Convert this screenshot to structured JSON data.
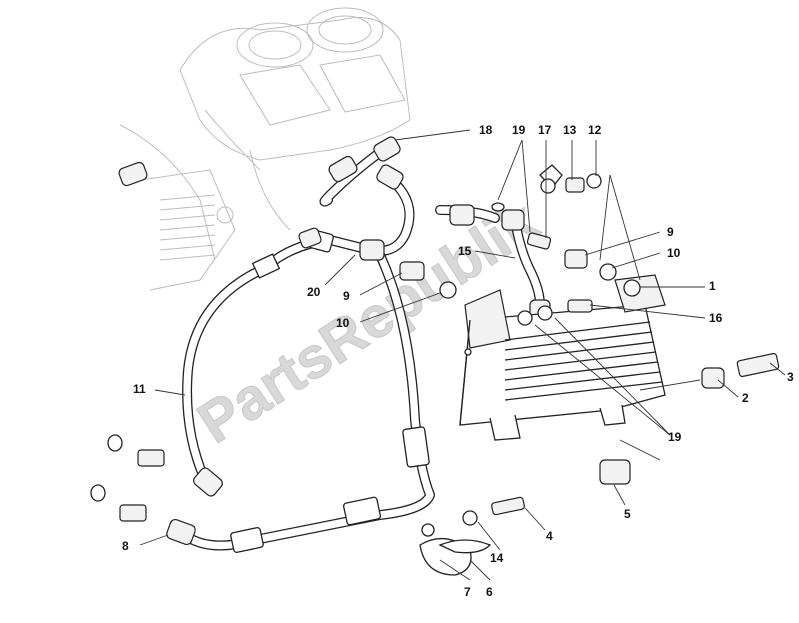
{
  "watermark": "PartsRepublik",
  "callouts": [
    {
      "id": "c18",
      "label": "18"
    },
    {
      "id": "c19a",
      "label": "19"
    },
    {
      "id": "c17",
      "label": "17"
    },
    {
      "id": "c13",
      "label": "13"
    },
    {
      "id": "c12",
      "label": "12"
    },
    {
      "id": "c9a",
      "label": "9"
    },
    {
      "id": "c10a",
      "label": "10"
    },
    {
      "id": "c15",
      "label": "15"
    },
    {
      "id": "c1",
      "label": "1"
    },
    {
      "id": "c16",
      "label": "16"
    },
    {
      "id": "c20",
      "label": "20"
    },
    {
      "id": "c9b",
      "label": "9"
    },
    {
      "id": "c10b",
      "label": "10"
    },
    {
      "id": "c11",
      "label": "11"
    },
    {
      "id": "c3",
      "label": "3"
    },
    {
      "id": "c2",
      "label": "2"
    },
    {
      "id": "c19b",
      "label": "19"
    },
    {
      "id": "c5",
      "label": "5"
    },
    {
      "id": "c4",
      "label": "4"
    },
    {
      "id": "c14",
      "label": "14"
    },
    {
      "id": "c8",
      "label": "8"
    },
    {
      "id": "c7",
      "label": "7"
    },
    {
      "id": "c6",
      "label": "6"
    }
  ]
}
